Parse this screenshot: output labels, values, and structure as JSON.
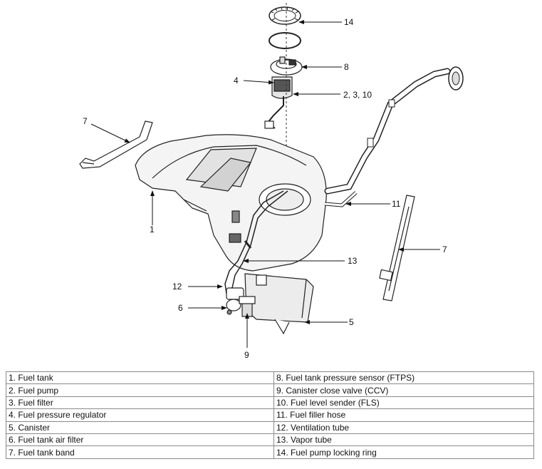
{
  "callouts": {
    "c14": "14",
    "c8": "8",
    "c4": "4",
    "c2310": "2, 3, 10",
    "c7a": "7",
    "c11": "11",
    "c7b": "7",
    "c1": "1",
    "c13": "13",
    "c12": "12",
    "c6": "6",
    "c5": "5",
    "c9": "9"
  },
  "legend": {
    "left": [
      "1. Fuel tank",
      "2. Fuel pump",
      "3. Fuel filter",
      "4. Fuel pressure regulator",
      "5. Canister",
      "6. Fuel tank air filter",
      "7. Fuel tank band"
    ],
    "right": [
      "8. Fuel tank pressure sensor (FTPS)",
      "9. Canister close valve (CCV)",
      "10. Fuel level sender (FLS)",
      "11. Fuel filler hose",
      "12. Ventilation tube",
      "13. Vapor tube",
      "14. Fuel pump locking ring"
    ]
  }
}
